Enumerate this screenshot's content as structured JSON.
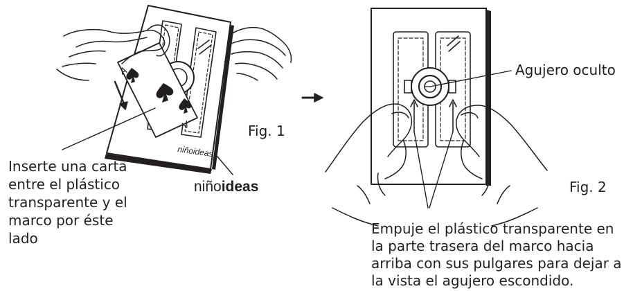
{
  "figure1": {
    "label": "Fig. 1",
    "instruction_lines": [
      "Inserte una carta",
      "entre el plástico",
      "transparente y el",
      "marco por éste",
      "lado"
    ]
  },
  "figure2": {
    "label": "Fig. 2",
    "callout": "Agujero oculto",
    "instruction_lines": [
      "Empuje el plástico transparente en",
      "la parte trasera del marco hacia",
      "arriba con sus pulgares para dejar a",
      "la vista el agujero escondido."
    ]
  },
  "brand": {
    "light": "niño",
    "bold": "ideas"
  },
  "colors": {
    "ink": "#231f20",
    "paper": "#ffffff"
  },
  "icons": [
    "hand-icon",
    "playing-card-icon",
    "arrow-right-icon",
    "spade-icon"
  ]
}
